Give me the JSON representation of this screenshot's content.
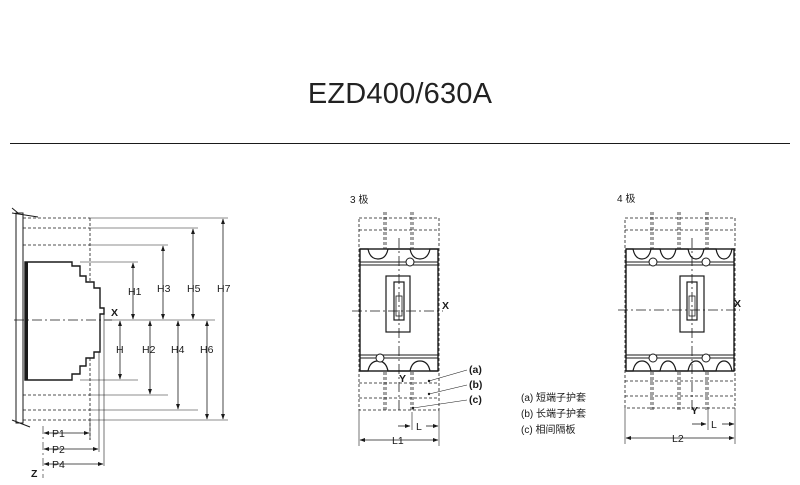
{
  "title": "EZD400/630A",
  "side_view": {
    "heights": [
      "H1",
      "H",
      "H2",
      "H3",
      "H4",
      "H5",
      "H6",
      "H7"
    ],
    "depths": [
      "P1",
      "P2",
      "P4"
    ],
    "axis_x": "X",
    "axis_z": "Z"
  },
  "pole3": {
    "label": "3 极",
    "axis_x": "X",
    "axis_y": "Y",
    "width_l": "L",
    "width_total": "L1",
    "callouts": [
      "(a)",
      "(b)",
      "(c)"
    ]
  },
  "pole4": {
    "label": "4 极",
    "axis_x": "X",
    "axis_y": "Y",
    "width_l": "L",
    "width_total": "L2"
  },
  "legend": [
    "(a) 短端子护套",
    "(b) 长端子护套",
    "(c) 相间隔板"
  ]
}
